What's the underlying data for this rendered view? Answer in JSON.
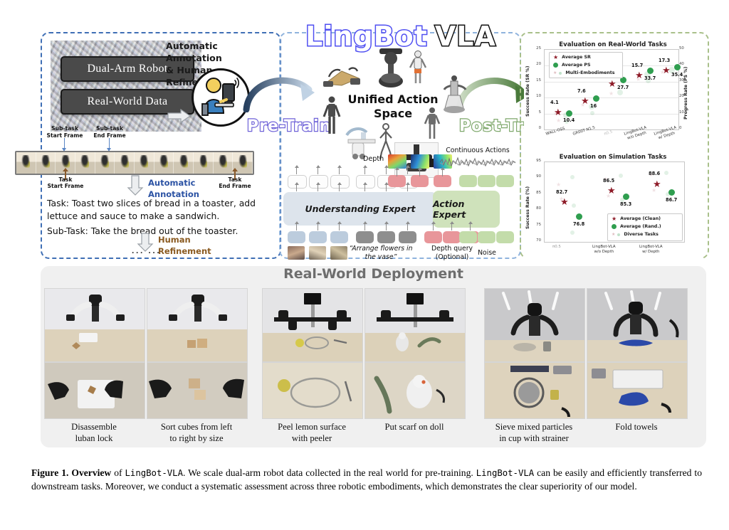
{
  "figure": {
    "caption_bold_1": "Figure 1.",
    "caption_bold_2": "Overview",
    "caption_seg_1": " of ",
    "caption_model_1": "LingBot-VLA",
    "caption_seg_2": ". We scale dual-arm robot data collected in the real world for pre-training. ",
    "caption_model_2": "LingBot-VLA",
    "caption_seg_3": " can be easily and efficiently transferred to downstream tasks. Moreover, we conduct a systematic assessment across three robotic embodiments, which demonstrates the clear superiority of our model."
  },
  "logo": {
    "part1": "LingBot",
    "part2": "VLA"
  },
  "stages": {
    "pre_train": "Pre-Train",
    "post_train": "Post-Train"
  },
  "data_panel": {
    "box_dual_arm": "Dual-Arm Robot",
    "box_real_world": "Real-World Data",
    "annotation_title": "Automatic Annotation\n& Human Refinement",
    "subtask_start": "Sub-task\nStart Frame",
    "subtask_end": "Sub-task\nEnd Frame",
    "task_start_frame": "Task\nStart Frame",
    "task_end_frame": "Task\nEnd Frame",
    "automatic_annotation": "Automatic\nAnnotation",
    "human_refinement": "Human\nRefinement",
    "task_text": "Task: Toast two slices of bread in a toaster, add lettuce and sauce to make a sandwich.",
    "subtask_text": "Sub-Task: Take the bread out of the toaster.",
    "ellipsis": "··· ···"
  },
  "model_panel": {
    "unified_action_space": "Unified Action\nSpace",
    "understanding_expert": "Understanding Expert",
    "action_expert": "Action Expert",
    "depth_label": "Depth",
    "continuous_actions": "Continuous Actions",
    "prompt_text": "“Arrange flowers\nin the vase”",
    "depth_query": "Depth query\n(Optional)",
    "noise": "Noise"
  },
  "chart_data": [
    {
      "type": "scatter",
      "title": "Evaluation on Real-World Tasks",
      "xlabel": "",
      "ylabel": "Success Rate (SR %)",
      "y2label": "Progress Rate (PS %)",
      "ylim": [
        0,
        25
      ],
      "yticks": [
        0,
        5,
        10,
        15,
        20,
        25
      ],
      "y2lim": [
        0,
        50
      ],
      "y2ticks": [
        0,
        10,
        20,
        30,
        40,
        50
      ],
      "categories": [
        "WALL-OSS",
        "GR00T N1.5",
        "π0.5",
        "LingBot-VLA\nw/o Depth",
        "LingBot-VLA\nw/ Depth"
      ],
      "legend": [
        "Average SR",
        "Average PS",
        "Multi-Embodiments"
      ],
      "legend_position": "upper left",
      "series": [
        {
          "name": "Average SR",
          "marker": "star",
          "color": "#8e1b28",
          "values": [
            4.1,
            7.6,
            13.0,
            15.7,
            17.3
          ]
        },
        {
          "name": "Average PS",
          "marker": "circle",
          "color": "#2f9e4f",
          "values": [
            10.4,
            16.0,
            27.7,
            33.7,
            35.4
          ]
        }
      ]
    },
    {
      "type": "scatter",
      "title": "Evaluation on Simulation Tasks",
      "xlabel": "",
      "ylabel": "Success Rate (%)",
      "ylim": [
        70,
        95
      ],
      "yticks": [
        70,
        75,
        80,
        85,
        90,
        95
      ],
      "categories": [
        "π0.5",
        "LingBot-VLA\nw/o Depth",
        "LingBot-VLA\nw/ Depth"
      ],
      "legend": [
        "Average (Clean)",
        "Average (Rand.)",
        "Diverse Tasks"
      ],
      "legend_position": "lower right",
      "series": [
        {
          "name": "Average (Clean)",
          "marker": "star",
          "color": "#8e1b28",
          "values": [
            82.7,
            86.5,
            88.6
          ]
        },
        {
          "name": "Average (Rand.)",
          "marker": "circle",
          "color": "#2f9e4f",
          "values": [
            76.8,
            85.3,
            86.7
          ]
        }
      ]
    }
  ],
  "deployment": {
    "title": "Real-World Deployment",
    "tasks": [
      {
        "caption": "Disassemble\nluban lock"
      },
      {
        "caption": "Sort cubes from left\nto right by size"
      },
      {
        "caption": "Peel lemon surface\nwith peeler"
      },
      {
        "caption": "Put scarf on doll"
      },
      {
        "caption": "Sieve mixed particles\nin cup with strainer"
      },
      {
        "caption": "Fold towels"
      }
    ]
  }
}
